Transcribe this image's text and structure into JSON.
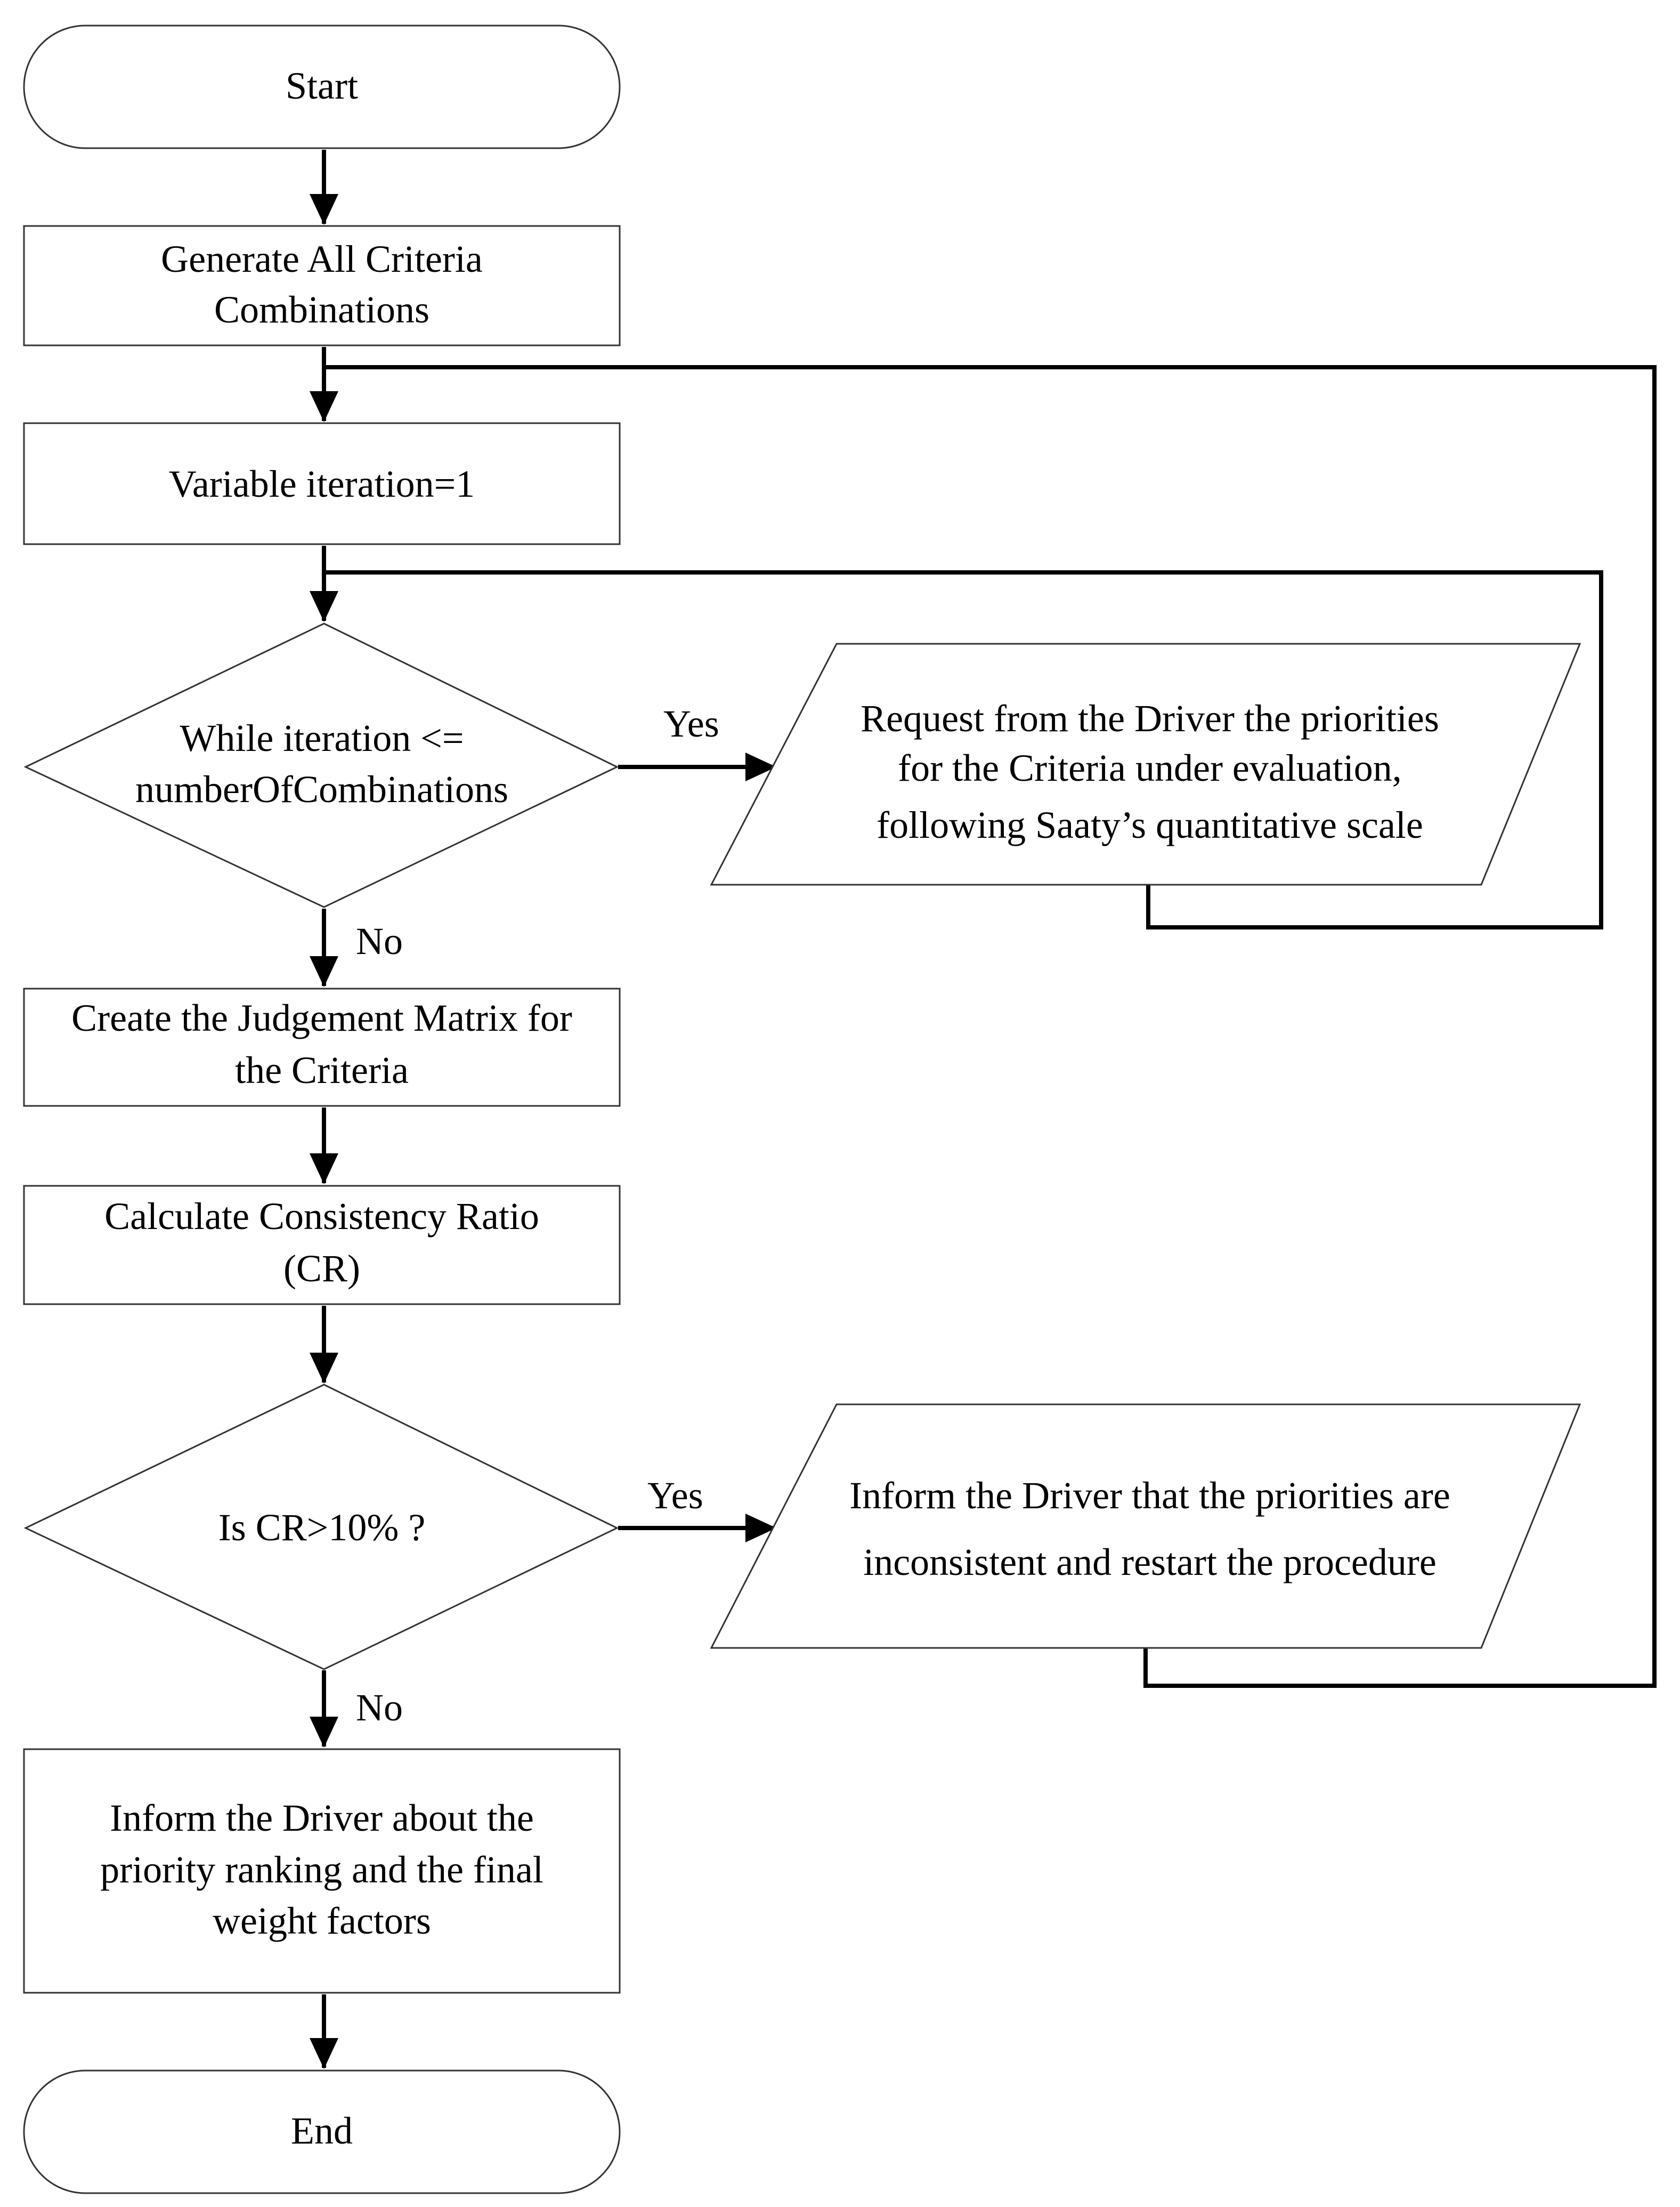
{
  "diagram": {
    "type": "flowchart",
    "colors": {
      "stroke": "#333333",
      "edge": "#000000",
      "fill": "#ffffff",
      "text": "#000000"
    },
    "nodes": {
      "start": [
        "Start"
      ],
      "generate": [
        "Generate All Criteria",
        "Combinations"
      ],
      "init_iteration": [
        "Variable iteration=1"
      ],
      "while_decision": [
        "While iteration <=",
        "numberOfCombinations"
      ],
      "request_priorities": [
        "Request from the Driver the priorities",
        "for the Criteria under evaluation,",
        "following Saaty’s quantitative scale"
      ],
      "judgement_matrix": [
        "Create the Judgement Matrix for",
        "the Criteria"
      ],
      "calc_cr": [
        "Calculate Consistency Ratio",
        "(CR)"
      ],
      "cr_decision": [
        "Is CR>10% ?"
      ],
      "inform_inconsistent": [
        "Inform the Driver that the priorities are",
        "inconsistent and restart the procedure"
      ],
      "inform_ranking": [
        "Inform the Driver about the",
        "priority ranking and the final",
        "weight factors"
      ],
      "end": [
        "End"
      ]
    },
    "edge_labels": {
      "while_yes": "Yes",
      "while_no": "No",
      "cr_yes": "Yes",
      "cr_no": "No"
    },
    "edges": [
      {
        "from": "start",
        "to": "generate"
      },
      {
        "from": "generate",
        "to": "init_iteration"
      },
      {
        "from": "init_iteration",
        "to": "while_decision"
      },
      {
        "from": "while_decision",
        "to": "request_priorities",
        "label": "Yes"
      },
      {
        "from": "request_priorities",
        "to": "while_decision"
      },
      {
        "from": "while_decision",
        "to": "judgement_matrix",
        "label": "No"
      },
      {
        "from": "judgement_matrix",
        "to": "calc_cr"
      },
      {
        "from": "calc_cr",
        "to": "cr_decision"
      },
      {
        "from": "cr_decision",
        "to": "inform_inconsistent",
        "label": "Yes"
      },
      {
        "from": "inform_inconsistent",
        "to": "init_iteration"
      },
      {
        "from": "cr_decision",
        "to": "inform_ranking",
        "label": "No"
      },
      {
        "from": "inform_ranking",
        "to": "end"
      }
    ]
  }
}
